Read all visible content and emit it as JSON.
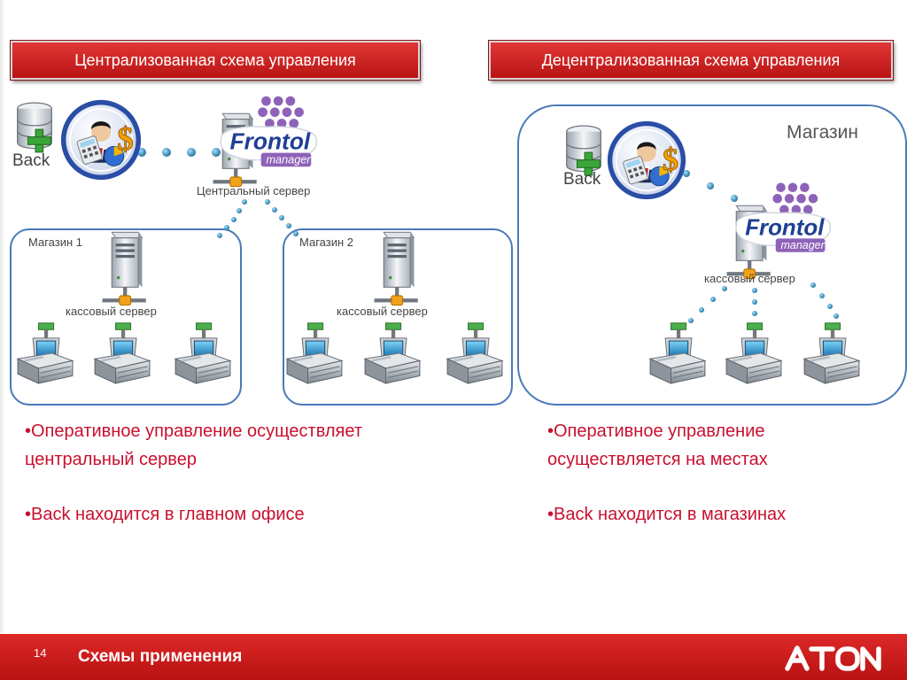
{
  "header": {
    "left": "Централизованная схема управления",
    "right": "Децентрализованная схема управления"
  },
  "centralized": {
    "back_label": "Back",
    "server_label": "Центральный сервер",
    "logo_text": "Frontol",
    "logo_sub": "manager",
    "stores": [
      {
        "name": "Магазин 1",
        "server_label": "кассовый сервер"
      },
      {
        "name": "Магазин 2",
        "server_label": "кассовый сервер"
      }
    ]
  },
  "decentralized": {
    "store_name": "Магазин",
    "back_label": "Back",
    "server_label": "кассовый сервер",
    "logo_text": "Frontol",
    "logo_sub": "manager"
  },
  "bullets": {
    "left": [
      "•Оперативное управление осуществляет центральный сервер",
      "•Back находится в главном офисе"
    ],
    "right": [
      "•Оперативное управление осуществляется на местах",
      "•Back находится в магазинах"
    ]
  },
  "footer": {
    "page": "14",
    "title": "Схемы применения",
    "logo": "АТОЛ"
  },
  "colors": {
    "brand_red": "#c8102e",
    "region_border": "#4a7ab8",
    "link_dot": "#2a8fbf"
  }
}
